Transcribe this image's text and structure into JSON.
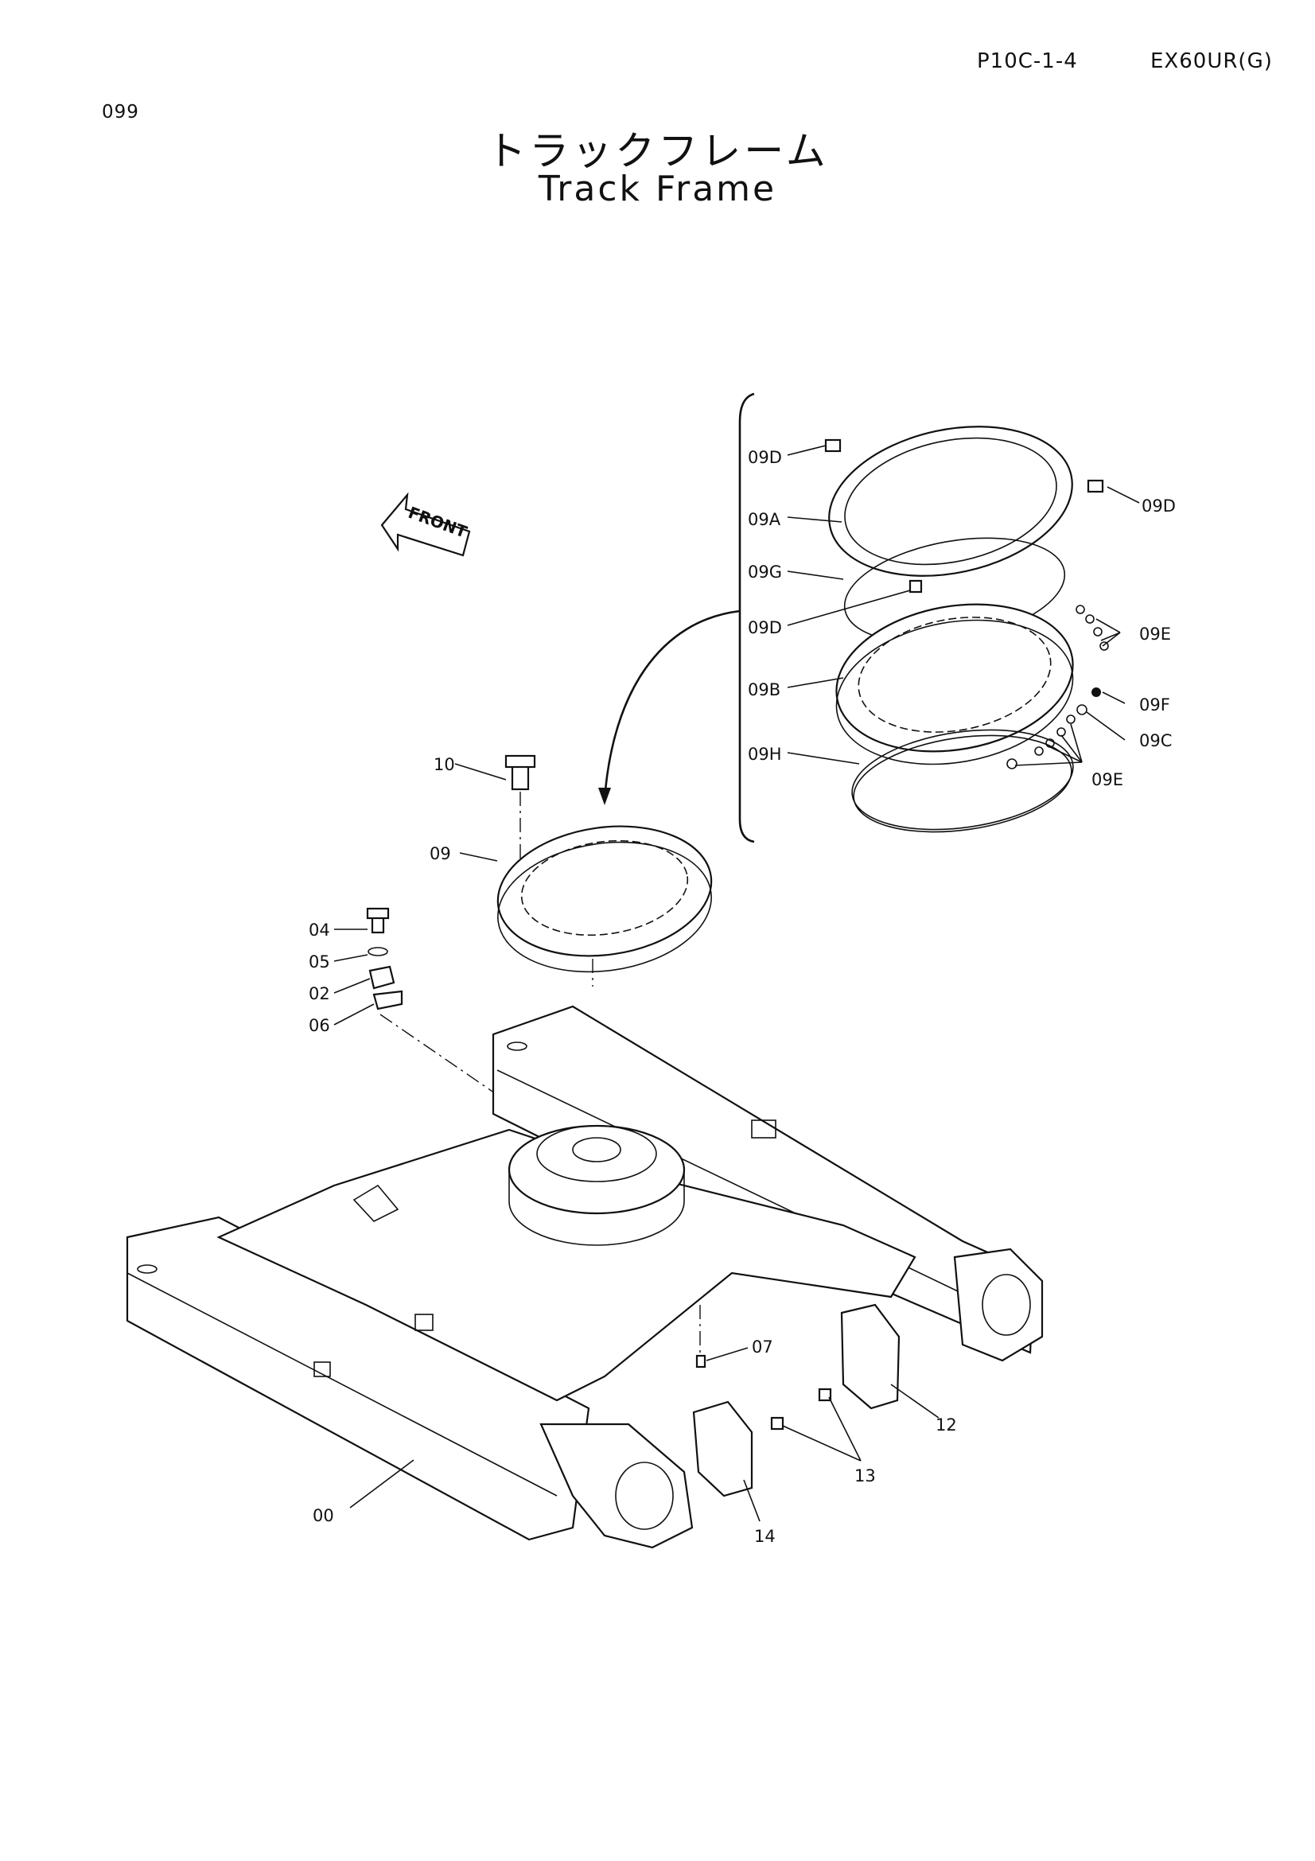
{
  "header": {
    "page_code": "P10C-1-4",
    "model": "EX60UR(G)",
    "page_number": "099"
  },
  "title": {
    "japanese": "トラックフレーム",
    "english": "Track Frame"
  },
  "front_arrow_label": "FRONT",
  "callouts": {
    "c09D_a": "09D",
    "c09D_b": "09D",
    "c09A": "09A",
    "c09G": "09G",
    "c09D_c": "09D",
    "c09E_a": "09E",
    "c09B": "09B",
    "c09F": "09F",
    "c09C": "09C",
    "c09H": "09H",
    "c09E_b": "09E",
    "c10": "10",
    "c09": "09",
    "c04": "04",
    "c05": "05",
    "c02": "02",
    "c06": "06",
    "c07": "07",
    "c12": "12",
    "c13": "13",
    "c14": "14",
    "c00": "00"
  }
}
